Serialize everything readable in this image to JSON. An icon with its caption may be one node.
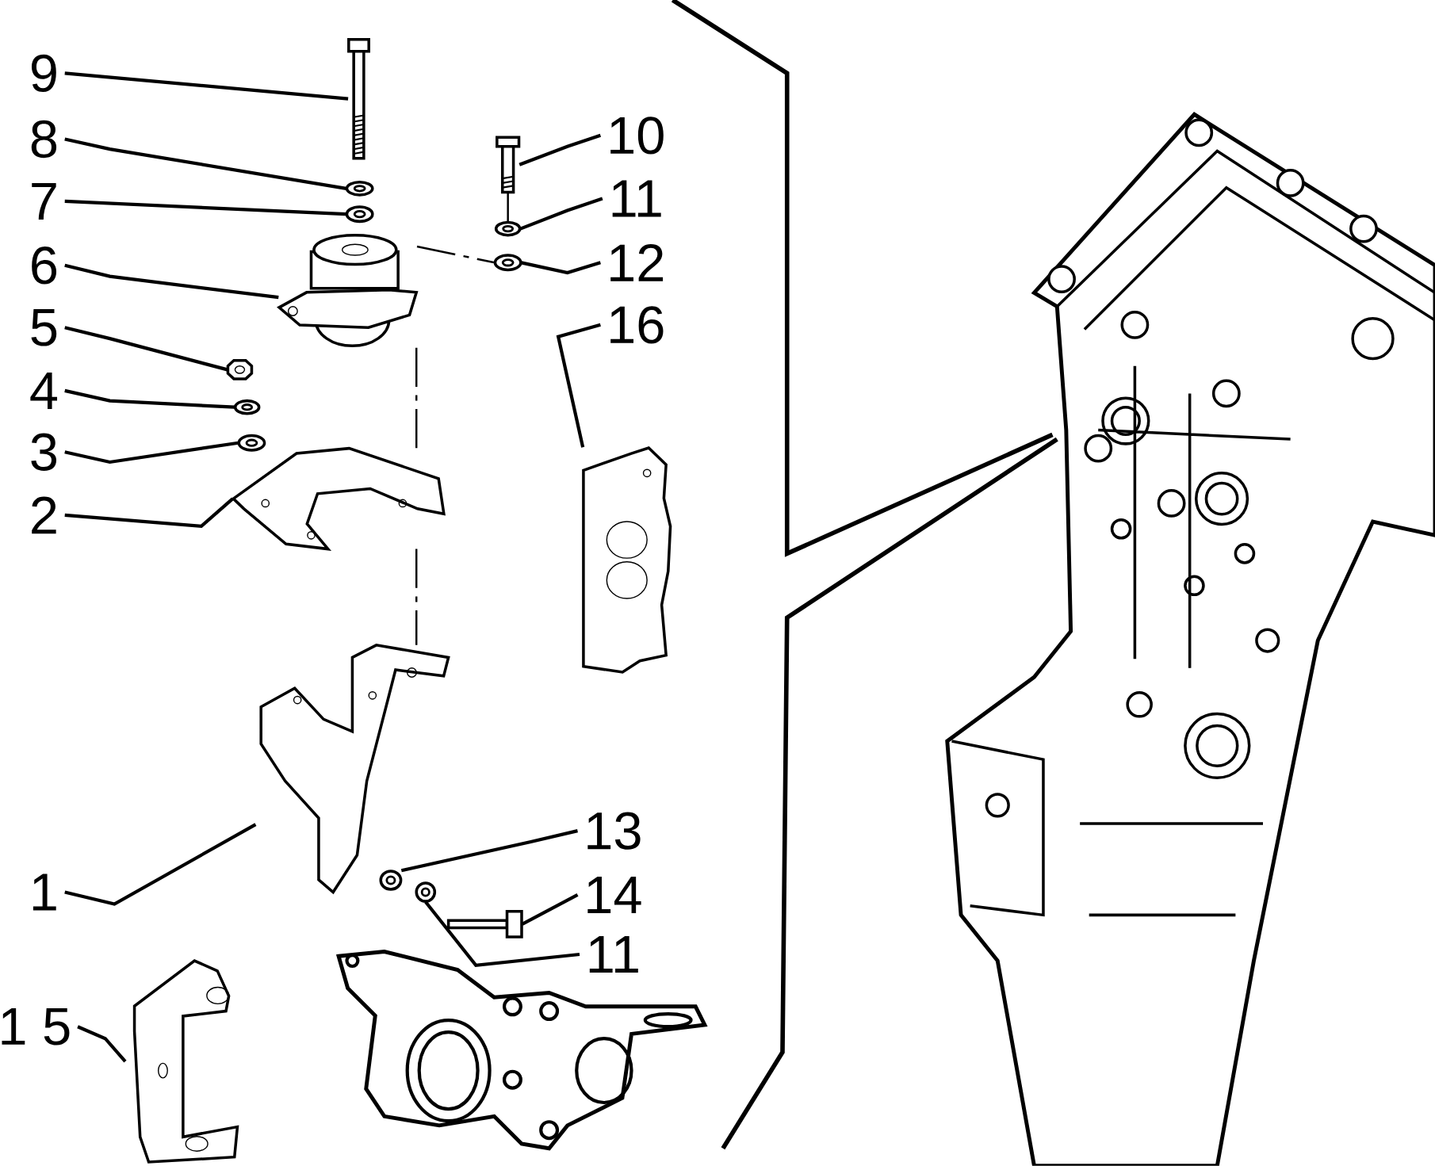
{
  "diagram": {
    "nodes": [
      {
        "text": [
          "9"
        ]
      },
      {
        "text": [],
        "shape": "picture"
      },
      {
        "text": [
          "8"
        ]
      },
      {
        "text": [],
        "shape": "picture"
      },
      {
        "text": [
          "7"
        ]
      },
      {
        "text": [],
        "shape": "picture"
      },
      {
        "text": [
          "6"
        ]
      },
      {
        "text": [],
        "shape": "picture"
      },
      {
        "text": [
          "5"
        ]
      },
      {
        "text": [],
        "shape": "picture"
      },
      {
        "text": [
          "4"
        ]
      },
      {
        "text": [],
        "shape": "picture"
      },
      {
        "text": [
          "3"
        ]
      },
      {
        "text": [],
        "shape": "picture"
      },
      {
        "text": [
          "2"
        ]
      },
      {
        "text": [],
        "shape": "picture"
      },
      {
        "text": [
          "1"
        ]
      },
      {
        "text": [],
        "shape": "picture"
      },
      {
        "text": [
          "10"
        ]
      },
      {
        "text": [],
        "shape": "picture"
      },
      {
        "text": [
          "11"
        ]
      },
      {
        "text": [],
        "shape": "picture"
      },
      {
        "text": [
          "12"
        ]
      },
      {
        "text": [],
        "shape": "picture"
      },
      {
        "text": [
          "16"
        ]
      },
      {
        "text": [],
        "shape": "picture"
      },
      {
        "text": [
          "13"
        ]
      },
      {
        "text": [],
        "shape": "picture"
      },
      {
        "text": [
          "14"
        ]
      },
      {
        "text": [],
        "shape": "picture"
      },
      {
        "text": [
          "11"
        ]
      },
      {
        "text": [],
        "shape": "picture"
      },
      {
        "text": [
          "1 5"
        ]
      },
      {
        "text": [],
        "shape": "picture"
      }
    ],
    "edges": [
      {
        "from": 0,
        "to": 1,
        "arrow": "none"
      },
      {
        "from": 2,
        "to": 3,
        "arrow": "none"
      },
      {
        "from": 4,
        "to": 5,
        "arrow": "none"
      },
      {
        "from": 6,
        "to": 7,
        "arrow": "none"
      },
      {
        "from": 8,
        "to": 9,
        "arrow": "none"
      },
      {
        "from": 10,
        "to": 11,
        "arrow": "none"
      },
      {
        "from": 12,
        "to": 13,
        "arrow": "none"
      },
      {
        "from": 14,
        "to": 15,
        "arrow": "none"
      },
      {
        "from": 16,
        "to": 17,
        "arrow": "none"
      },
      {
        "from": 18,
        "to": 19,
        "arrow": "none"
      },
      {
        "from": 20,
        "to": 21,
        "arrow": "none"
      },
      {
        "from": 22,
        "to": 23,
        "arrow": "none"
      },
      {
        "from": 24,
        "to": 25,
        "arrow": "none"
      },
      {
        "from": 26,
        "to": 27,
        "arrow": "none"
      },
      {
        "from": 28,
        "to": 29,
        "arrow": "none"
      },
      {
        "from": 30,
        "to": 31,
        "arrow": "none"
      },
      {
        "from": 32,
        "to": 33,
        "arrow": "none"
      },
      {
        "from": 7,
        "to": 15,
        "arrow": "none",
        "style": "dashed"
      },
      {
        "from": 15,
        "to": 17,
        "arrow": "none",
        "style": "dashed"
      },
      {
        "from": 19,
        "to": 21,
        "arrow": "none",
        "style": "dashed"
      },
      {
        "from": 7,
        "to": 23,
        "arrow": "none",
        "style": "dashed"
      }
    ]
  }
}
